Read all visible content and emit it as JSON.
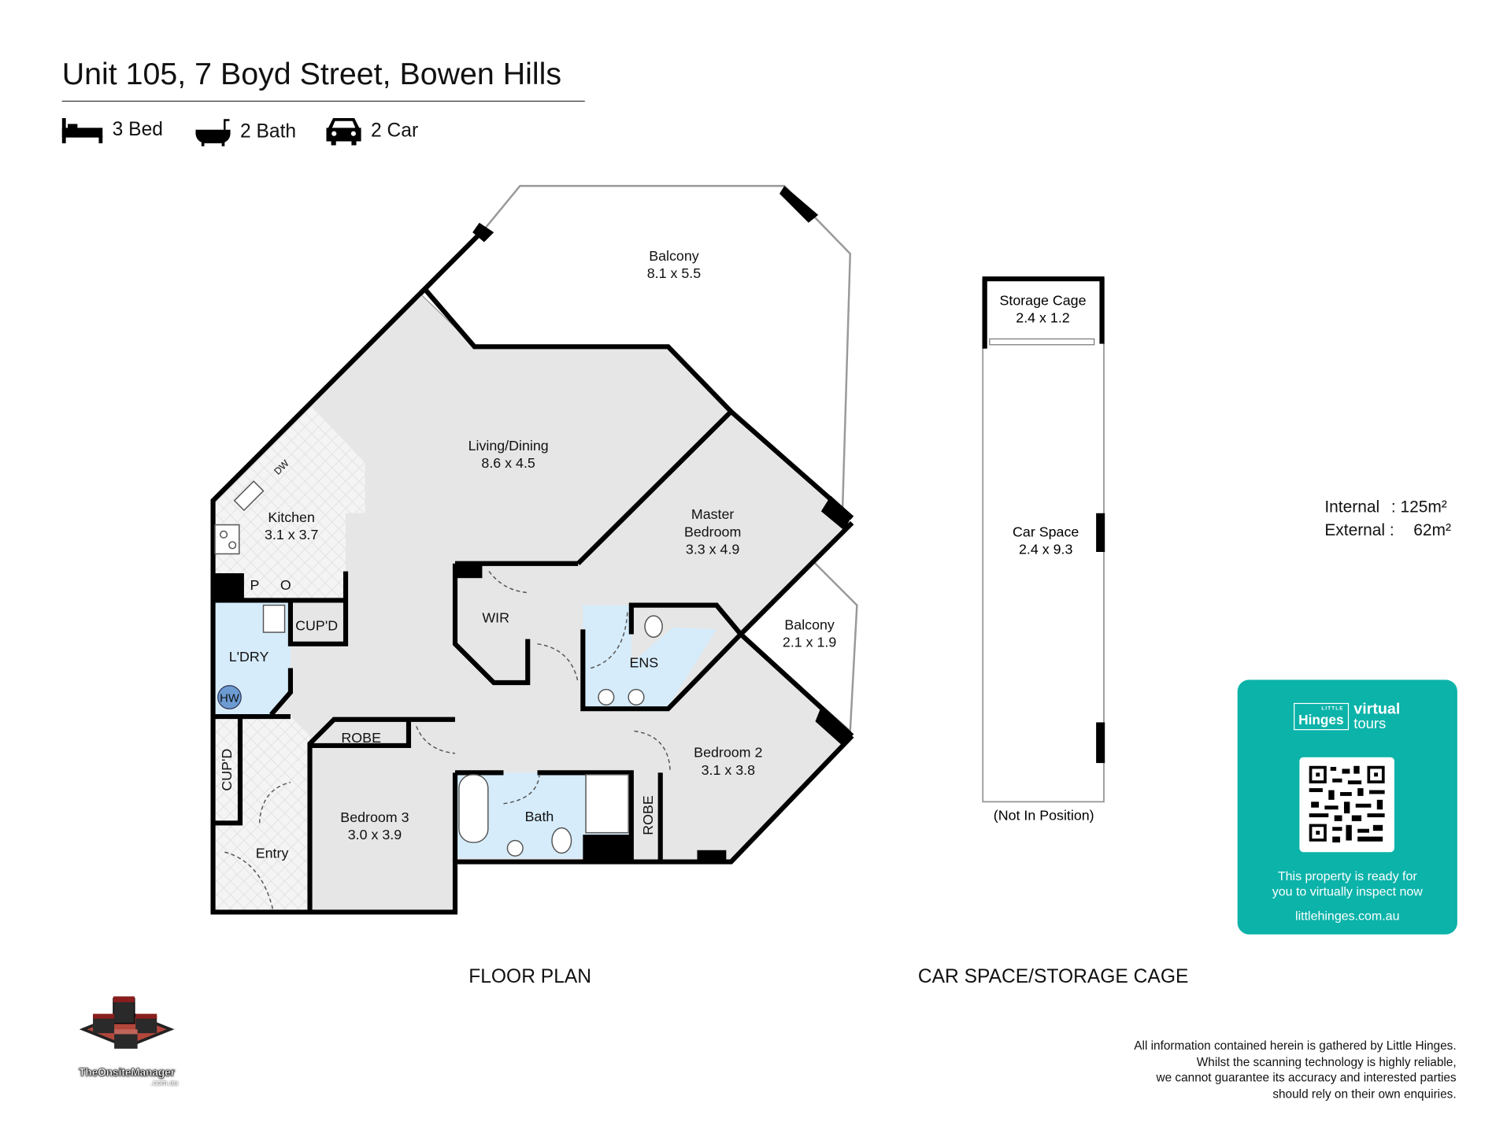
{
  "header": {
    "title": "Unit 105, 7 Boyd Street, Bowen Hills",
    "features": [
      {
        "icon": "bed-icon",
        "label": "3 Bed"
      },
      {
        "icon": "bath-icon",
        "label": "2 Bath"
      },
      {
        "icon": "car-icon",
        "label": "2 Car"
      }
    ]
  },
  "rooms": {
    "balcony_main": {
      "name": "Balcony",
      "dims": "8.1 x 5.5"
    },
    "living": {
      "name": "Living/Dining",
      "dims": "8.6 x 4.5"
    },
    "kitchen": {
      "name": "Kitchen",
      "dims": "3.1 x 3.7"
    },
    "master": {
      "name1": "Master",
      "name2": "Bedroom",
      "dims": "3.3 x 4.9"
    },
    "balcony_small": {
      "name": "Balcony",
      "dims": "2.1 x 1.9"
    },
    "bedroom2": {
      "name": "Bedroom 2",
      "dims": "3.1 x 3.8"
    },
    "bedroom3": {
      "name": "Bedroom 3",
      "dims": "3.0 x 3.9"
    }
  },
  "labels": {
    "dw": "DW",
    "pantry": "P",
    "o": "O",
    "cupd1": "CUP'D",
    "laundry": "L'DRY",
    "hw": "HW",
    "cupd2": "CUP'D",
    "robe1": "ROBE",
    "robe2": "ROBE",
    "wir": "WIR",
    "ens": "ENS",
    "bath": "Bath",
    "entry": "Entry"
  },
  "car": {
    "storage": {
      "name": "Storage Cage",
      "dims": "2.4 x 1.2"
    },
    "space": {
      "name": "Car Space",
      "dims": "2.4 x 9.3"
    },
    "note": "(Not In Position)"
  },
  "areas": {
    "internal_label": "Internal",
    "internal_value": ": 125m²",
    "external_label": "External :",
    "external_value": "62m²"
  },
  "captions": {
    "floor_plan": "FLOOR PLAN",
    "car_space": "CAR SPACE/STORAGE CAGE"
  },
  "virtual_tour": {
    "brand_small": "LITTLE",
    "brand": "Hinges",
    "virtual": "virtual",
    "tours": "tours",
    "line1": "This property is ready for",
    "line2": "you to virtually inspect now",
    "url": "littlehinges.com.au",
    "color": "#0bb3a9"
  },
  "disclaimer": [
    "All information contained herein is gathered by Little Hinges.",
    "Whilst the scanning technology is highly reliable,",
    "we cannot guarantee its accuracy and interested parties",
    "should rely on their own enquiries."
  ],
  "logo": {
    "text": "TheOnsiteManager",
    "sub": ".com.au"
  }
}
